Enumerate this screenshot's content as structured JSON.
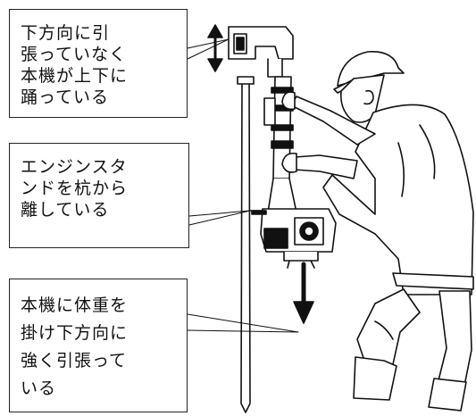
{
  "callouts": [
    {
      "lines": [
        "下方向に引",
        "張っていなく",
        "本機が上下に",
        "踊っている"
      ]
    },
    {
      "lines": [
        "エンジンスタ",
        "ンドを杭から",
        "離している"
      ]
    },
    {
      "lines": [
        "本機に体重を",
        "掛け下方向に",
        "強く引張って",
        "いる"
      ]
    }
  ]
}
